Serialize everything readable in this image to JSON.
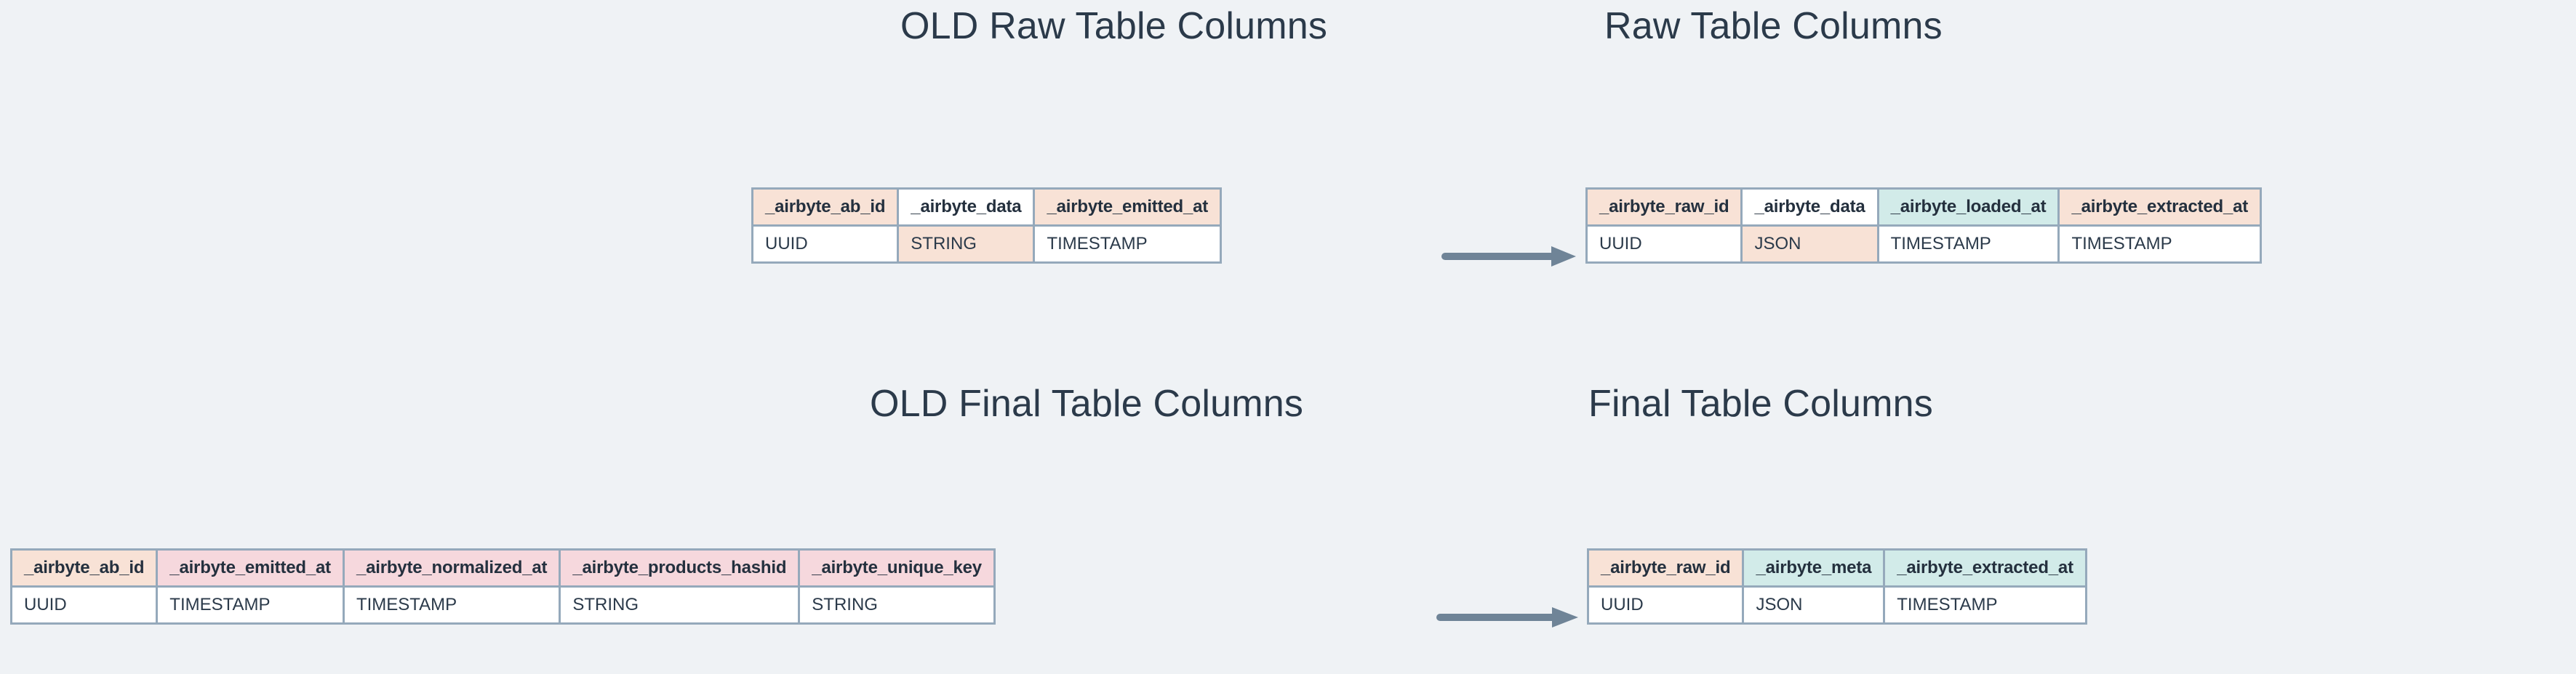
{
  "diagram": {
    "title_old_raw": "OLD Raw Table Columns",
    "title_new_raw": "Raw Table Columns",
    "title_old_final": "OLD Final Table Columns",
    "title_new_final": "Final Table Columns",
    "background_color": "#eff2f5",
    "border_color": "#95a9bb",
    "text_color": "#27384a",
    "arrow_color": "#6f8497",
    "highlight_colors": {
      "peach": "#f8e2d6",
      "mint": "#d2ebe9",
      "pink": "#f6d8dd",
      "white": "#ffffff"
    },
    "arrows": [
      {
        "name": "arrow-raw-transition",
        "label": ""
      },
      {
        "name": "arrow-final-transition",
        "label": ""
      }
    ]
  },
  "tables": {
    "old_raw": {
      "title": "OLD Raw Table Columns",
      "columns": [
        {
          "name": "_airbyte_ab_id",
          "type": "UUID",
          "header_color": "peach",
          "type_color": "white"
        },
        {
          "name": "_airbyte_data",
          "type": "STRING",
          "header_color": "white",
          "type_color": "peach"
        },
        {
          "name": "_airbyte_emitted_at",
          "type": "TIMESTAMP",
          "header_color": "peach",
          "type_color": "white"
        }
      ]
    },
    "new_raw": {
      "title": "Raw Table Columns",
      "columns": [
        {
          "name": "_airbyte_raw_id",
          "type": "UUID",
          "header_color": "peach",
          "type_color": "white"
        },
        {
          "name": "_airbyte_data",
          "type": "JSON",
          "header_color": "white",
          "type_color": "peach"
        },
        {
          "name": "_airbyte_loaded_at",
          "type": "TIMESTAMP",
          "header_color": "mint",
          "type_color": "white"
        },
        {
          "name": "_airbyte_extracted_at",
          "type": "TIMESTAMP",
          "header_color": "peach",
          "type_color": "white"
        }
      ]
    },
    "old_final": {
      "title": "OLD Final Table Columns",
      "columns": [
        {
          "name": "_airbyte_ab_id",
          "type": "UUID",
          "header_color": "peach",
          "type_color": "white"
        },
        {
          "name": "_airbyte_emitted_at",
          "type": "TIMESTAMP",
          "header_color": "pink",
          "type_color": "white"
        },
        {
          "name": "_airbyte_normalized_at",
          "type": "TIMESTAMP",
          "header_color": "pink",
          "type_color": "white"
        },
        {
          "name": "_airbyte_products_hashid",
          "type": "STRING",
          "header_color": "pink",
          "type_color": "white"
        },
        {
          "name": "_airbyte_unique_key",
          "type": "STRING",
          "header_color": "pink",
          "type_color": "white"
        }
      ]
    },
    "new_final": {
      "title": "Final Table Columns",
      "columns": [
        {
          "name": "_airbyte_raw_id",
          "type": "UUID",
          "header_color": "peach",
          "type_color": "white"
        },
        {
          "name": "_airbyte_meta",
          "type": "JSON",
          "header_color": "mint",
          "type_color": "white"
        },
        {
          "name": "_airbyte_extracted_at",
          "type": "TIMESTAMP",
          "header_color": "mint",
          "type_color": "white"
        }
      ]
    }
  }
}
